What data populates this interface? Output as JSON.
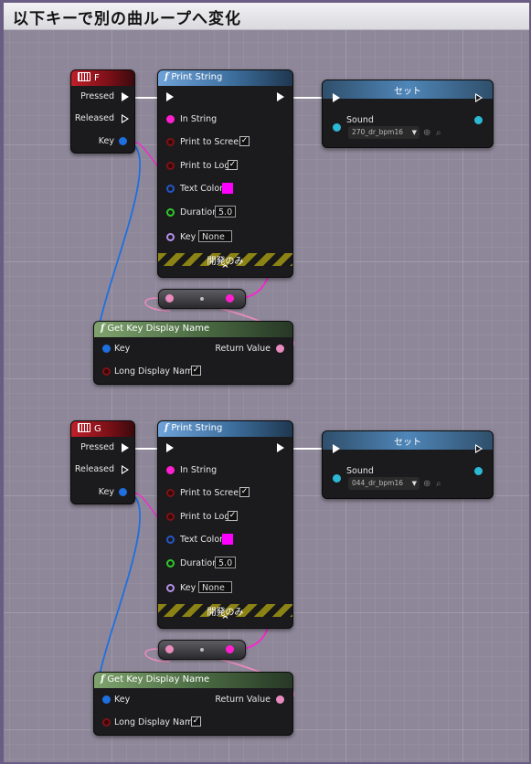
{
  "comment": {
    "title": "以下キーで別の曲ループへ変化"
  },
  "groups": [
    {
      "key_event": {
        "title": "F",
        "pins": {
          "pressed": "Pressed",
          "released": "Released",
          "key": "Key"
        }
      },
      "print_string": {
        "title": "Print String",
        "pins": {
          "in_string": "In String",
          "print_to_screen": "Print to Screen",
          "print_to_log": "Print to Log",
          "text_color": "Text Color",
          "duration": "Duration",
          "key": "Key"
        },
        "duration_value": "5.0",
        "key_value": "None",
        "dev_only": "開発のみ",
        "text_color_hex": "#ff00ff"
      },
      "set_node": {
        "title": "セット",
        "sound_label": "Sound",
        "sound_value": "270_dr_bpm16"
      },
      "get_key_display_name": {
        "title": "Get Key Display Name",
        "key_label": "Key",
        "return_label": "Return Value",
        "long_label": "Long Display Name"
      }
    },
    {
      "key_event": {
        "title": "G",
        "pins": {
          "pressed": "Pressed",
          "released": "Released",
          "key": "Key"
        }
      },
      "print_string": {
        "title": "Print String",
        "pins": {
          "in_string": "In String",
          "print_to_screen": "Print to Screen",
          "print_to_log": "Print to Log",
          "text_color": "Text Color",
          "duration": "Duration",
          "key": "Key"
        },
        "duration_value": "5.0",
        "key_value": "None",
        "dev_only": "開発のみ",
        "text_color_hex": "#ff00ff"
      },
      "set_node": {
        "title": "セット",
        "sound_label": "Sound",
        "sound_value": "044_dr_bpm16"
      },
      "get_key_display_name": {
        "title": "Get Key Display Name",
        "key_label": "Key",
        "return_label": "Return Value",
        "long_label": "Long Display Name"
      }
    }
  ],
  "icons": {
    "keyboard": "keyboard-icon",
    "function": "function-icon",
    "checkmark": "checkmark-icon",
    "chevron": "chevron-up-icon",
    "dropdown": "chevron-down-icon",
    "use_asset": "arrow-left-icon",
    "browse": "search-icon"
  },
  "colors": {
    "exec_wire": "#ffffff",
    "string_wire": "#ff1fd1",
    "struct_wire": "#1e6fe0",
    "text_wire": "#ea8bbd",
    "object_pin": "#2bb9d6"
  }
}
